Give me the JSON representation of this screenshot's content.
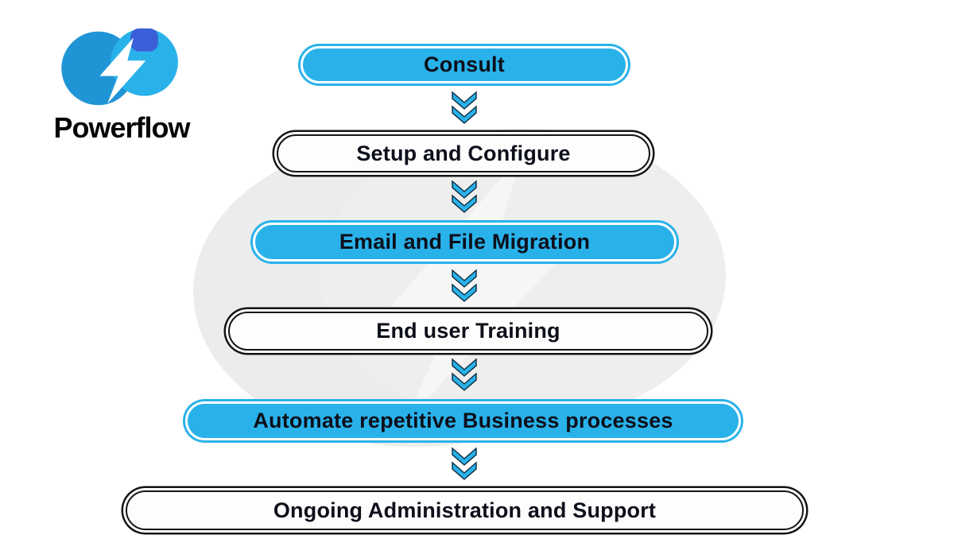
{
  "logo": {
    "brand": "Powerflow"
  },
  "flow": {
    "connector_icon": "double-chevron-down",
    "steps": [
      {
        "label": "Consult",
        "style": "blue"
      },
      {
        "label": "Setup and Configure",
        "style": "white"
      },
      {
        "label": "Email and File Migration",
        "style": "blue"
      },
      {
        "label": "End user Training",
        "style": "white"
      },
      {
        "label": "Automate repetitive Business processes",
        "style": "blue"
      },
      {
        "label": "Ongoing Administration and Support",
        "style": "white"
      }
    ]
  },
  "colors": {
    "accent_blue": "#29b2ea",
    "logo_blue_dark": "#2095d6",
    "logo_indigo": "#3a5fd9",
    "outline_black": "#141414",
    "text_dark": "#0d0f1a",
    "watermark_gray": "#ececec"
  }
}
